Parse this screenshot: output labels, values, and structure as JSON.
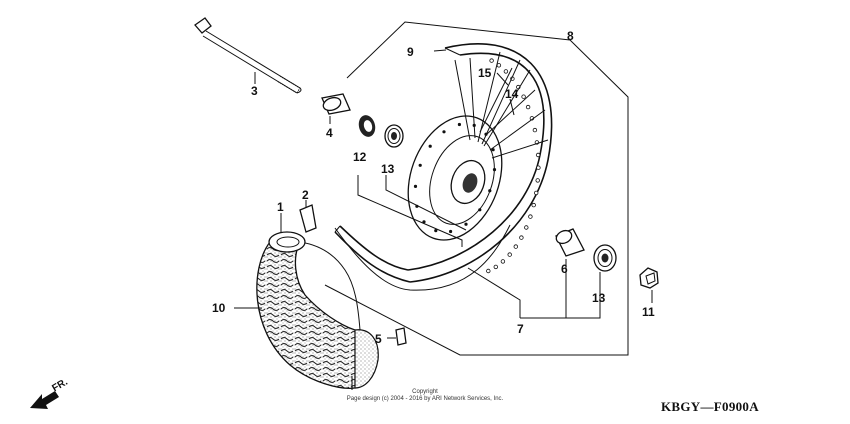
{
  "callouts": {
    "c1": "1",
    "c2": "2",
    "c3": "3",
    "c4": "4",
    "c5": "5",
    "c6": "6",
    "c7": "7",
    "c8": "8",
    "c9": "9",
    "c10": "10",
    "c11": "11",
    "c12": "12",
    "c13a": "13",
    "c13b": "13",
    "c14": "14",
    "c15": "15"
  },
  "copyright": {
    "line1": "Copyright",
    "line2": "Page design (c) 2004 - 2016 by ARI Network Services, Inc."
  },
  "diagram_code": "KBGY—F0900A",
  "front_label": "FR."
}
